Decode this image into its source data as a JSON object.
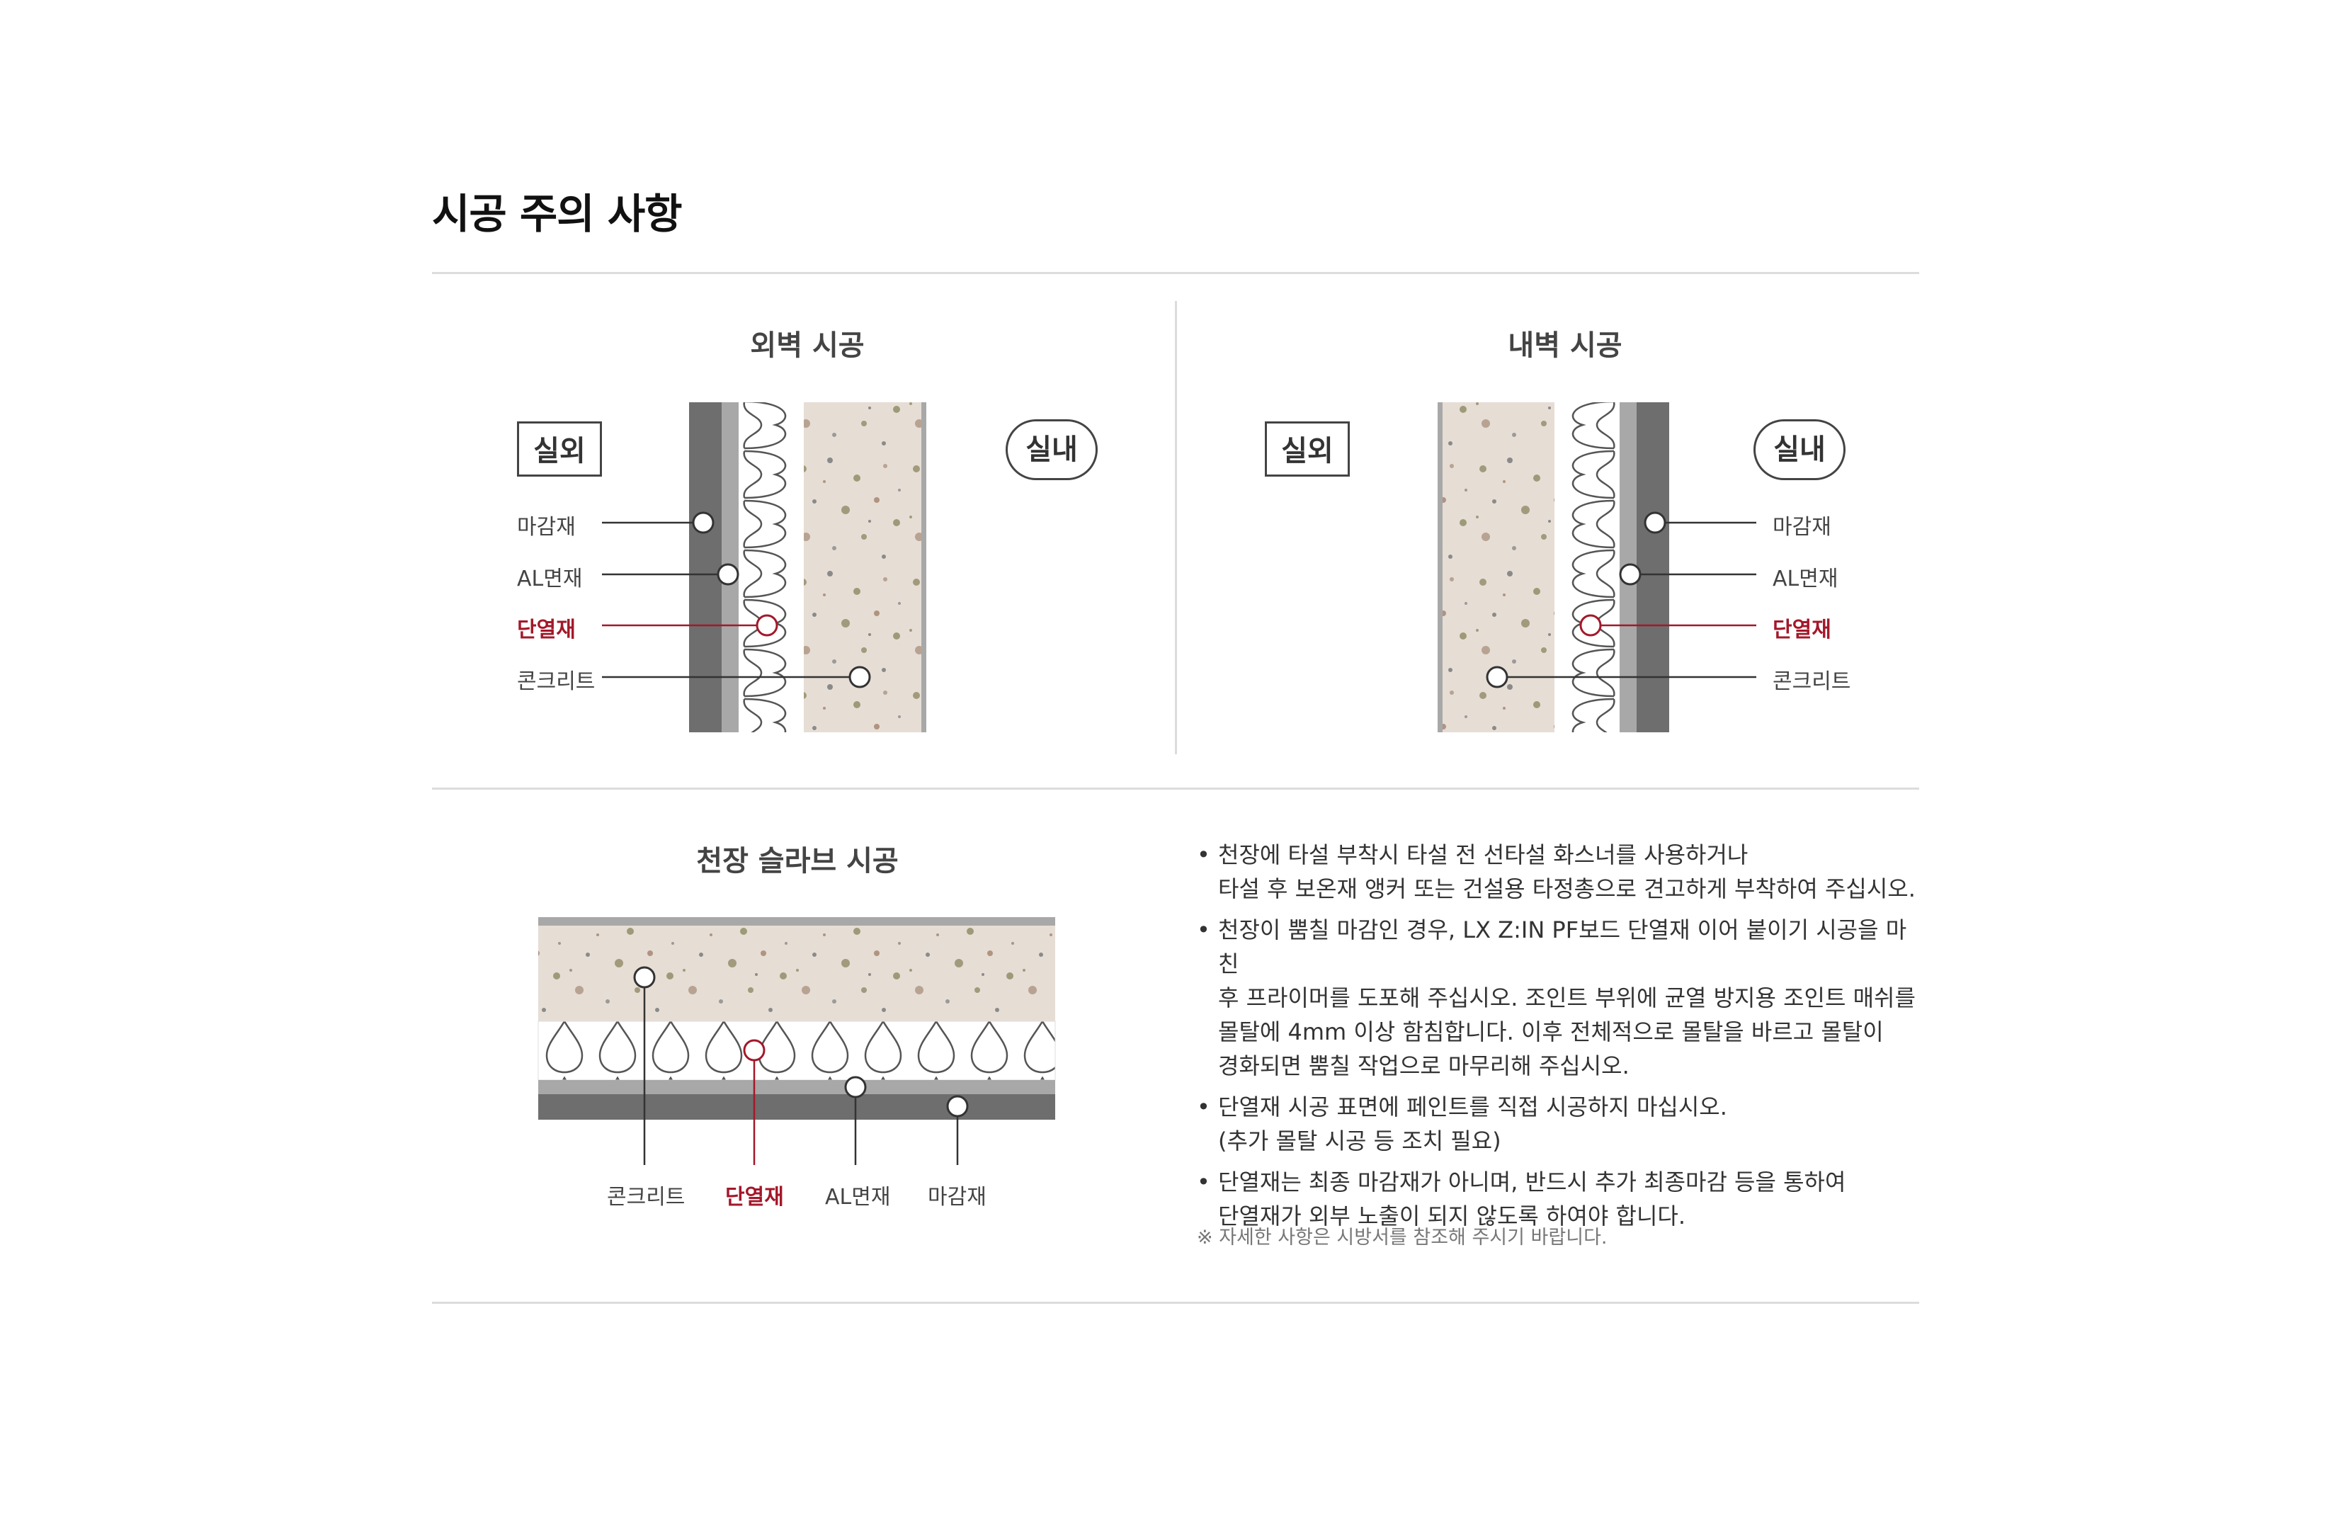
{
  "page": {
    "title": "시공 주의 사항"
  },
  "sections": {
    "exterior": {
      "title": "외벽 시공",
      "outside": "실외",
      "inside": "실내",
      "layers": [
        "마감재",
        "AL면재",
        "단열재",
        "콘크리트"
      ]
    },
    "interior": {
      "title": "내벽 시공",
      "outside": "실외",
      "inside": "실내",
      "layers": [
        "마감재",
        "AL면재",
        "단열재",
        "콘크리트"
      ]
    },
    "ceiling": {
      "title": "천장 슬라브 시공",
      "layers": [
        "콘크리트",
        "단열재",
        "AL면재",
        "마감재"
      ]
    }
  },
  "notes": [
    "천장에 타설 부착시 타설 전 선타설 화스너를 사용하거나\n타설 후 보온재 앵커 또는 건설용 타정총으로 견고하게 부착하여 주십시오.",
    "천장이 뿜칠 마감인 경우, LX Z:IN PF보드 단열재 이어 붙이기 시공을 마친\n후 프라이머를 도포해 주십시오. 조인트 부위에 균열 방지용 조인트 매쉬를\n몰탈에 4mm 이상 함침합니다. 이후 전체적으로 몰탈을 바르고 몰탈이\n경화되면 뿜칠 작업으로 마무리해 주십시오.",
    "단열재 시공 표면에 페인트를 직접 시공하지 마십시오.\n(추가 몰탈 시공 등 조치 필요)",
    "단열재는 최종 마감재가 아니며, 반드시 추가 최종마감 등을 통하여\n단열재가 외부 노출이 되지 않도록 하여야 합니다."
  ],
  "footnote": "※ 자세한 사항은 시방서를 참조해 주시기 바랍니다.",
  "colors": {
    "accent": "#a3182a",
    "finish": "#6e6e6e",
    "al": "#a8a8a8",
    "insulation": "#ffffff",
    "concrete": "#e6ddd5"
  }
}
